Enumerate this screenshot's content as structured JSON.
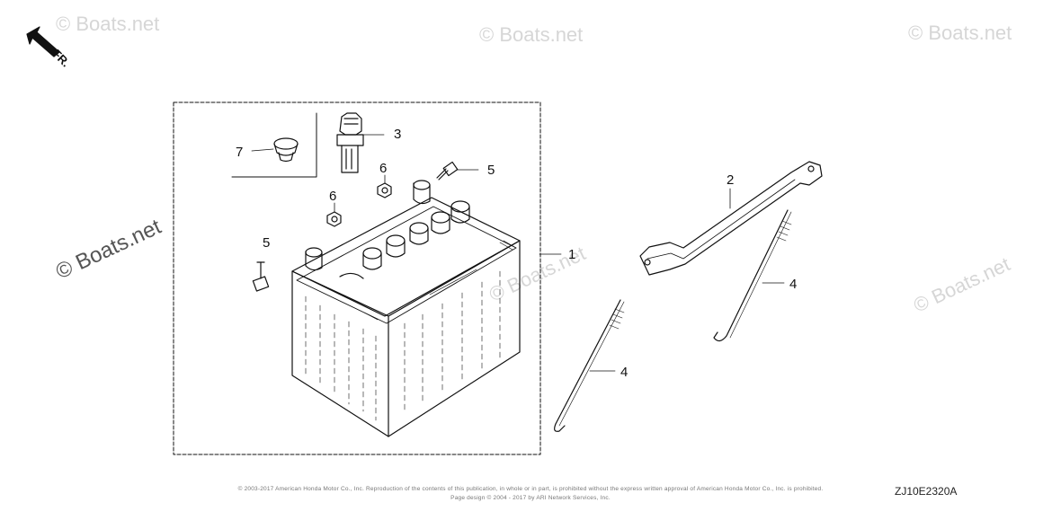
{
  "watermarks": [
    "© Boats.net",
    "© Boats.net",
    "© Boats.net",
    "© Boats.net",
    "© Boats.net",
    "© Boats.net"
  ],
  "direction_label": "FR.",
  "callouts": {
    "c1": "1",
    "c2": "2",
    "c3": "3",
    "c4a": "4",
    "c4b": "4",
    "c5a": "5",
    "c5b": "5",
    "c6a": "6",
    "c6b": "6",
    "c7": "7"
  },
  "footer": {
    "line1": "© 2003-2017 American Honda Motor Co., Inc. Reproduction of the contents of this publication, in whole or in part, is prohibited without the express written approval of American Honda Motor Co., Inc. is prohibited.",
    "line2": "Page design © 2004 - 2017 by ARI Network Services, Inc."
  },
  "diagram_code": "ZJ10E2320A"
}
